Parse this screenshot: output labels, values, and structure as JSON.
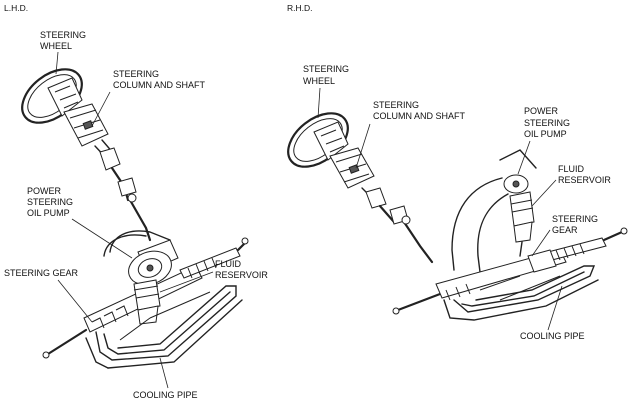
{
  "diagram": {
    "panels": [
      {
        "header": "L.H.D.",
        "labels": {
          "steering_wheel": [
            "STEERING",
            "WHEEL"
          ],
          "column": [
            "STEERING",
            "COLUMN AND SHAFT"
          ],
          "pump": [
            "POWER",
            "STEERING",
            "OIL PUMP"
          ],
          "gear": [
            "STEERING GEAR"
          ],
          "reservoir": [
            "FLUID",
            "RESERVOIR"
          ],
          "cooling": [
            "COOLING PIPE"
          ]
        }
      },
      {
        "header": "R.H.D.",
        "labels": {
          "steering_wheel": [
            "STEERING",
            "WHEEL"
          ],
          "column": [
            "STEERING",
            "COLUMN AND SHAFT"
          ],
          "pump": [
            "POWER",
            "STEERING",
            "OIL PUMP"
          ],
          "reservoir": [
            "FLUID",
            "RESERVOIR"
          ],
          "gear": [
            "STEERING",
            "GEAR"
          ],
          "cooling": [
            "COOLING PIPE"
          ]
        }
      }
    ]
  }
}
